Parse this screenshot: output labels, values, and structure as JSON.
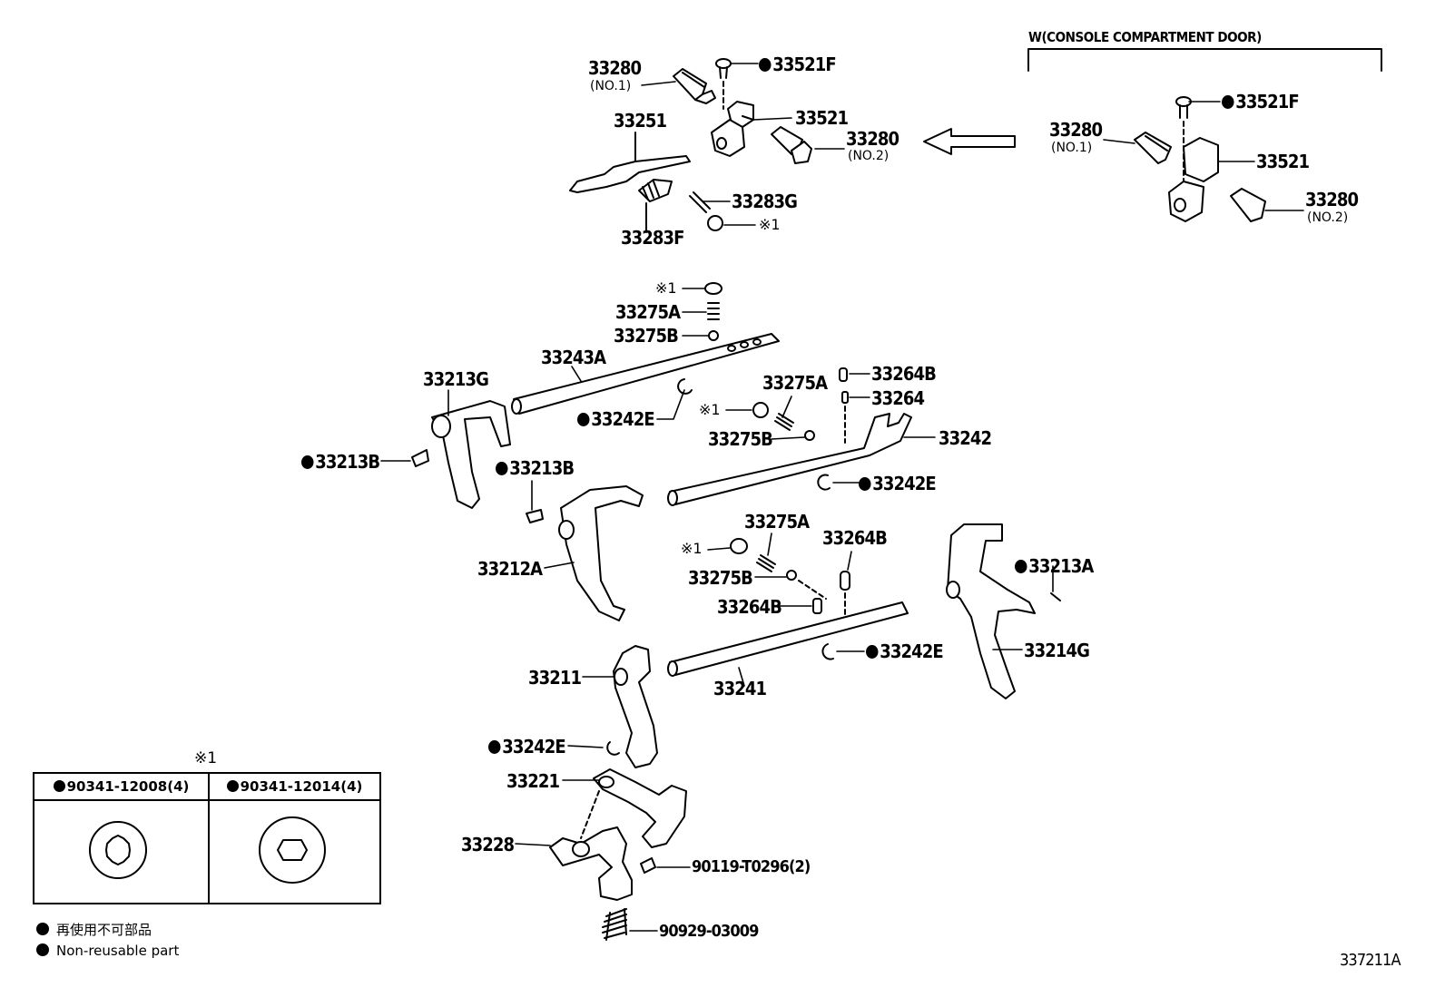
{
  "header": {
    "variant_title": "W(CONSOLE COMPARTMENT DOOR)",
    "figure_id": "337211A"
  },
  "labels": {
    "p33280_no1": "33280",
    "p33280_no1_sub": "(NO.1)",
    "p33521F": "33521F",
    "p33251": "33251",
    "p33521": "33521",
    "p33280_no2": "33280",
    "p33280_no2_sub": "(NO.2)",
    "p33283G": "33283G",
    "p33283F": "33283F",
    "ref1_a": "※1",
    "r33521F": "33521F",
    "r33280_no1": "33280",
    "r33280_no1_sub": "(NO.1)",
    "r33521": "33521",
    "r33280_no2": "33280",
    "r33280_no2_sub": "(NO.2)",
    "ref1_b": "※1",
    "p33275A_top": "33275A",
    "p33275B_top": "33275B",
    "p33243A": "33243A",
    "p33213G": "33213G",
    "p33242E_a": "33242E",
    "p33275A_mid": "33275A",
    "ref1_c": "※1",
    "p33275B_mid": "33275B",
    "p33264B_top": "33264B",
    "p33264": "33264",
    "p33242": "33242",
    "p33213B_left": "33213B",
    "p33213B_mid": "33213B",
    "p33242E_b": "33242E",
    "p33212A": "33212A",
    "p33275A_low": "33275A",
    "ref1_d": "※1",
    "p33275B_low": "33275B",
    "p33264B_mid": "33264B",
    "p33264B_low": "33264B",
    "p33213A": "33213A",
    "p33241": "33241",
    "p33242E_c": "33242E",
    "p33214G": "33214G",
    "p33211": "33211",
    "p33242E_d": "33242E",
    "p33221": "33221",
    "p33228": "33228",
    "p90119": "90119-T0296(2)",
    "p90929": "90929-03009"
  },
  "legend_table": {
    "marker": "※1",
    "col1": "90341-12008(4)",
    "col2": "90341-12014(4)"
  },
  "notes": {
    "non_reusable_jp": "再使用不可部品",
    "non_reusable_en": "Non-reusable part"
  }
}
